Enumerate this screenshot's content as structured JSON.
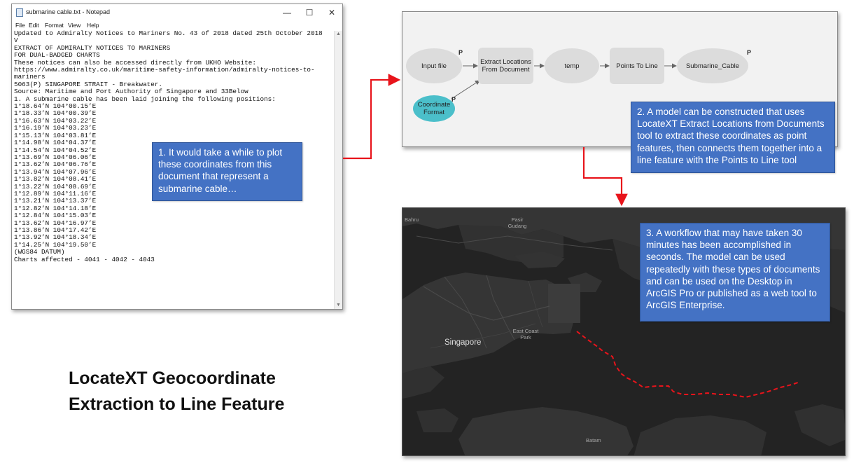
{
  "notepad": {
    "title": "submarine cable.txt - Notepad",
    "controls": {
      "minimize": "—",
      "maximize": "☐",
      "close": "✕"
    },
    "menu": [
      "File",
      "Edit",
      "Format",
      "View",
      "Help"
    ],
    "text": "Updated to Admiralty Notices to Mariners No. 43 of 2018 dated 25th October 2018\nV\nEXTRACT OF ADMIRALTY NOTICES TO MARINERS\nFOR DUAL-BADGED CHARTS\nThese notices can also be accessed directly from UKHO Website:\nhttps://www.admiralty.co.uk/maritime-safety-information/admiralty-notices-to-\nmariners\n5063(P) SINGAPORE STRAIT - Breakwater.\nSource: Maritime and Port Authority of Singapore and 33Below\n1. A submarine cable has been laid joining the following positions:\n1°18.64’N 104°00.15’E\n1°18.33’N 104°00.39’E\n1°16.63’N 104°03.22’E\n1°16.19’N 104°03.23’E\n1°15.13’N 104°03.81’E\n1°14.98’N 104°04.37’E\n1°14.54’N 104°04.52’E\n1°13.69’N 104°06.06’E\n1°13.62’N 104°06.76’E\n1°13.94’N 104°07.96’E\n1°13.82’N 104°08.41’E\n1°13.22’N 104°08.69’E\n1°12.89’N 104°11.16’E\n1°13.21’N 104°13.37’E\n1°12.82’N 104°14.18’E\n1°12.84’N 104°15.03’E\n1°13.62’N 104°16.97’E\n1°13.86’N 104°17.42’E\n1°13.92’N 104°18.34’E\n1°14.25’N 104°19.50’E\n(WGS84 DATUM)\nCharts affected - 4041 - 4042 - 4043"
  },
  "callouts": {
    "one": "1.  It would take a while to plot these coordinates from this document that represent a submarine cable…",
    "two": "2.  A model can be constructed that uses LocateXT Extract Locations from Documents tool to extract these coordinates as point features, then connects them together into a line feature with the Points to Line tool",
    "three": "3.  A workflow that may have taken 30 minutes has been accomplished in seconds.  The model can be used repeatedly with these types of documents and can be used on the Desktop in ArcGIS Pro or published as a web tool to ArcGIS Enterprise."
  },
  "model": {
    "input_file": "Input file",
    "coordinate_format": "Coordinate Format",
    "extract_tool": "Extract Locations From Document",
    "temp": "temp",
    "points_to_line": "Points To Line",
    "submarine_cable": "Submarine_Cable",
    "param_marker": "P"
  },
  "map": {
    "labels": {
      "bahru": "Bahru",
      "pasir_gudang": "Pasir Gudang",
      "east_coast_park": "East Coast Park",
      "singapore": "Singapore",
      "batam": "Batam"
    },
    "cable_color": "#e8141b",
    "background": "#232323",
    "land": "#343434"
  },
  "main_title": {
    "line1": "LocateXT Geocoordinate",
    "line2": "Extraction to Line Feature"
  },
  "colors": {
    "callout_bg": "#4472c4",
    "connector_red": "#e8141b",
    "teal_param": "#4bbfca"
  }
}
